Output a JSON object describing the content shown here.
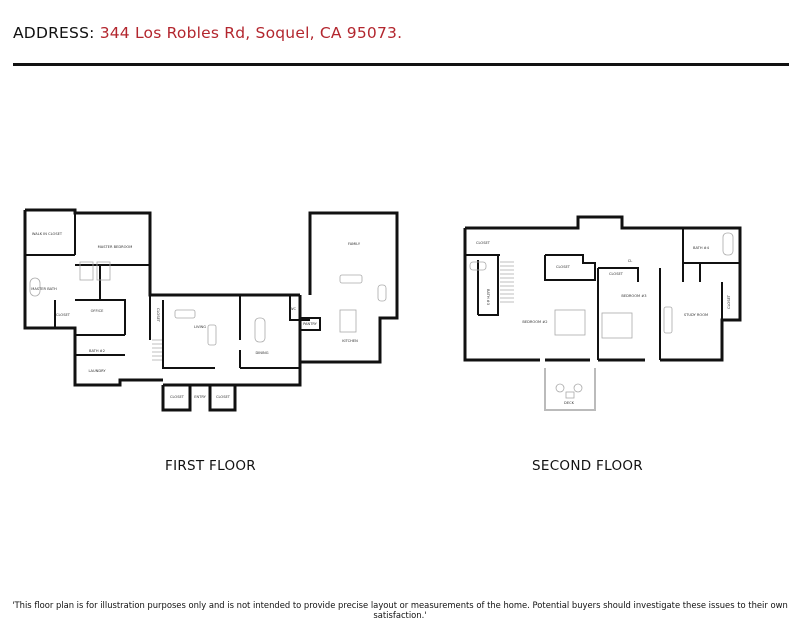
{
  "header": {
    "label": "ADDRESS:",
    "address": "344 Los Robles Rd, Soquel, CA 95073."
  },
  "first_floor": {
    "caption": "FIRST FLOOR",
    "rooms": {
      "walk_in_closet": "WALK IN CLOSET",
      "master_bedroom": "MASTER BEDROOM",
      "master_bath": "MASTER BATH",
      "closet_master": "CLOSET",
      "office": "OFFICE",
      "bath2": "BATH #2",
      "laundry": "LAUNDRY",
      "closet_stair": "CLOSET",
      "living": "LIVING",
      "dining": "DINING",
      "wc": "WC",
      "pantry": "PANTRY",
      "family": "FAMILY",
      "kitchen": "KITCHEN",
      "closet_entry_left": "CLOSET",
      "entry": "ENTRY",
      "closet_entry_right": "CLOSET"
    }
  },
  "second_floor": {
    "caption": "SECOND FLOOR",
    "rooms": {
      "closet_nw": "CLOSET",
      "bath3": "BATH #3",
      "closet_bed2": "CLOSET",
      "closet_bed3": "CLOSET",
      "cl": "CL",
      "bath4": "BATH #4",
      "bedroom2": "BEDROOM #2",
      "bedroom3": "BEDROOM #3",
      "study_room": "STUDY ROOM",
      "closet_study": "CLOSET",
      "deck": "DECK"
    }
  },
  "disclaimer": "'This floor plan is for illustration purposes only and is not intended to provide precise layout or measurements of the home. Potential buyers should investigate these issues to their own satisfaction.'"
}
